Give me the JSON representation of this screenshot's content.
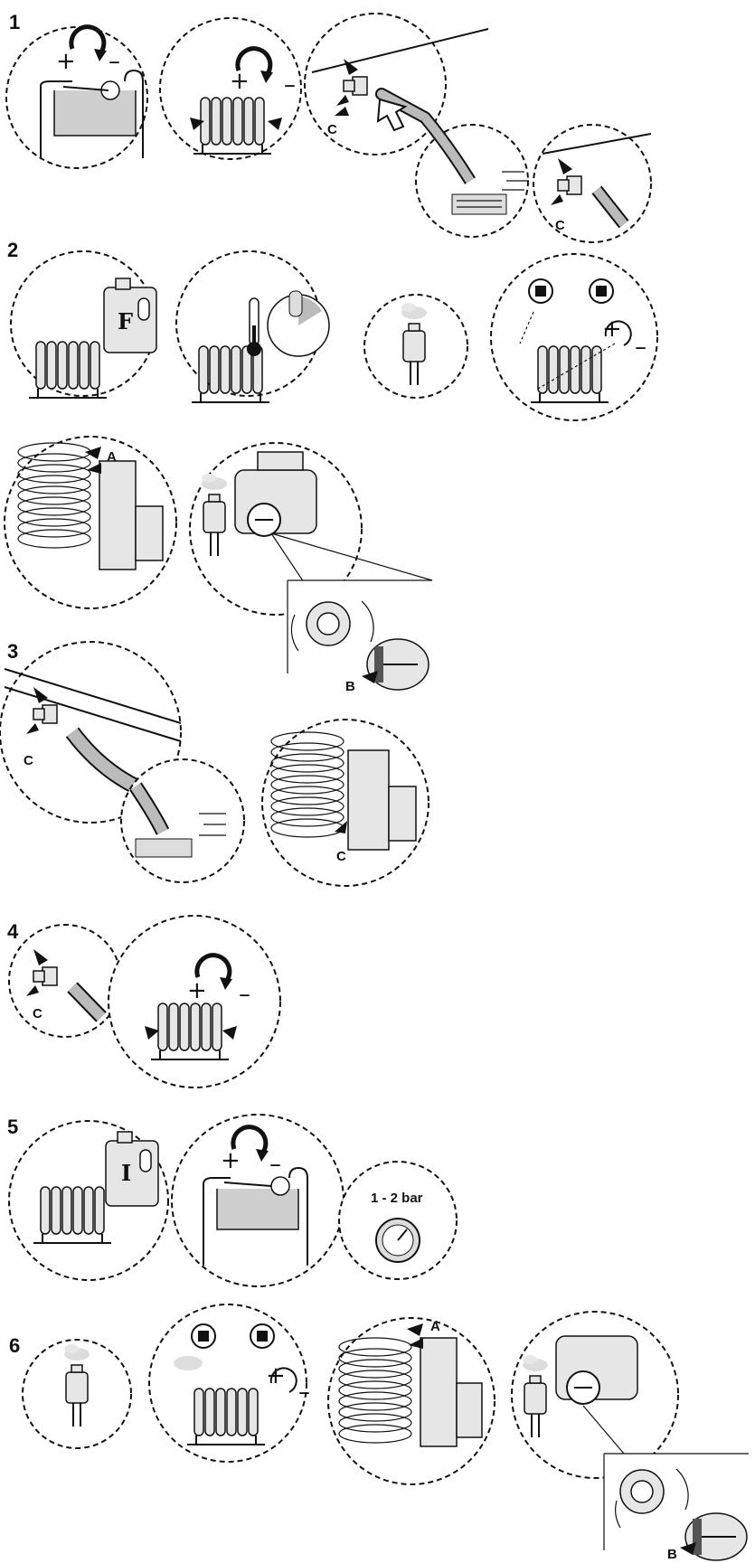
{
  "steps": [
    {
      "number": "1"
    },
    {
      "number": "2"
    },
    {
      "number": "3"
    },
    {
      "number": "4"
    },
    {
      "number": "5"
    },
    {
      "number": "6"
    }
  ],
  "labels": {
    "valve_c": "C",
    "valve_a": "A",
    "plug_b": "B",
    "plus": "+",
    "minus": "–",
    "fluid_f": "F",
    "fluid_i": "I",
    "pressure": "1 - 2 bar"
  },
  "icons": [
    "rotate-clockwise-icon",
    "radiator-icon",
    "drain-valve-icon",
    "canister-icon",
    "thermometer-icon",
    "timer-icon",
    "air-vent-icon",
    "pressure-gauge-icon",
    "pump-icon",
    "expansion-vessel-icon"
  ]
}
